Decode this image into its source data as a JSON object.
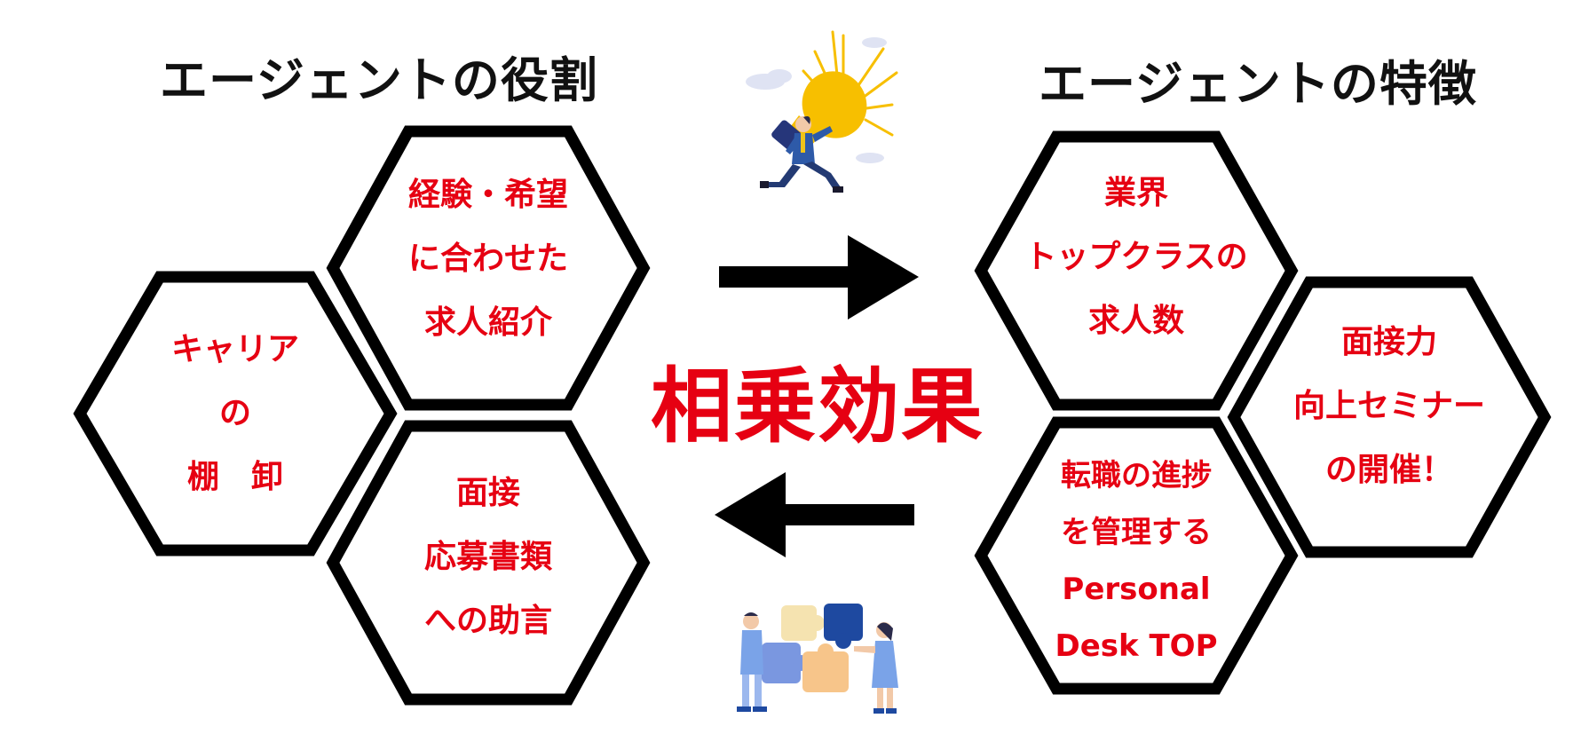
{
  "titles": {
    "left": "エージェントの役割",
    "right": "エージェントの特徴"
  },
  "center_text": "相乗効果",
  "left_hexes": {
    "career": [
      "キャリア",
      "の",
      "棚　卸"
    ],
    "job_intro": [
      "経験・希望",
      "に合わせた",
      "求人紹介"
    ],
    "interview": [
      "面接",
      "応募書類",
      "への助言"
    ]
  },
  "right_hexes": {
    "jobs": [
      "業界",
      "トップクラスの",
      "求人数"
    ],
    "seminar": [
      "面接力",
      "向上セミナー",
      "の開催！"
    ],
    "progress": [
      "転職の進捗",
      "を管理する",
      "Personal",
      "Desk TOP"
    ]
  },
  "icons": {
    "top": "lightbulb-runner-icon",
    "bottom": "puzzle-team-icon"
  },
  "colors": {
    "text_red": "#e60012",
    "outline": "#000000",
    "bulb": "#f7bf00",
    "puzzle_blue": "#1e49a0"
  }
}
